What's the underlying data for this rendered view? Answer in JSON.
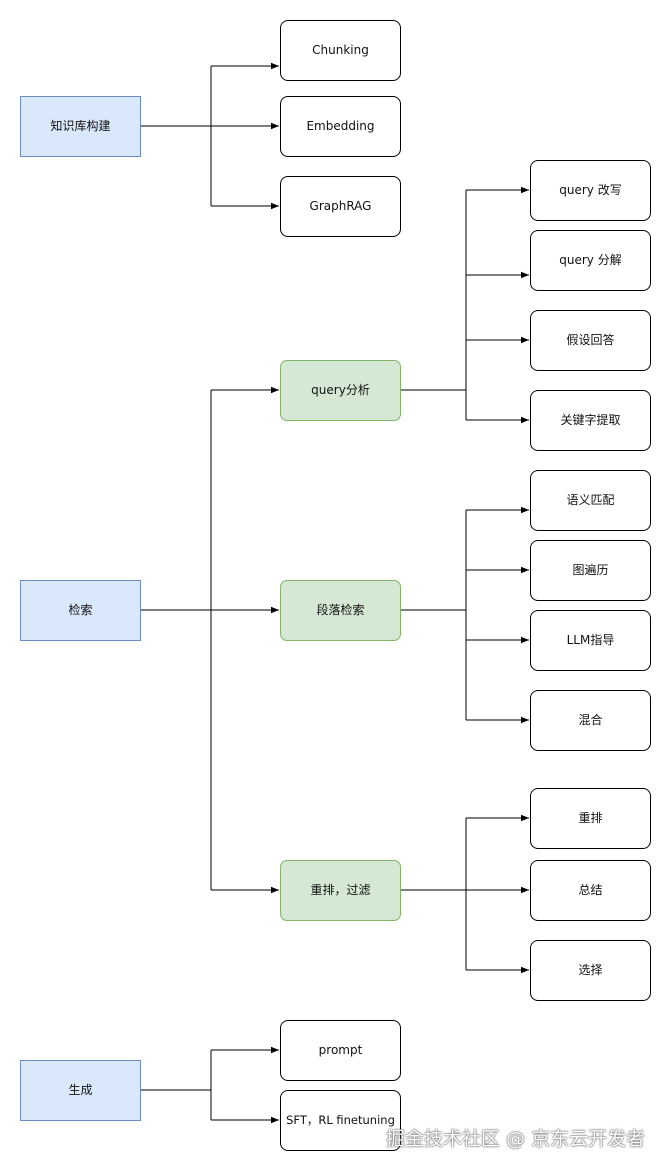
{
  "roots": {
    "kb": "知识库构建",
    "retrieval": "检索",
    "generation": "生成"
  },
  "kb_children": [
    "Chunking",
    "Embedding",
    "GraphRAG"
  ],
  "retrieval_children": {
    "query_analysis": "query分析",
    "passage_retrieval": "段落检索",
    "rerank_filter": "重排，过滤"
  },
  "query_analysis_children": [
    "query 改写",
    "query 分解",
    "假设回答",
    "关键字提取"
  ],
  "passage_retrieval_children": [
    "语义匹配",
    "图遍历",
    "LLM指导",
    "混合"
  ],
  "rerank_filter_children": [
    "重排",
    "总结",
    "选择"
  ],
  "generation_children": [
    "prompt",
    "SFT，RL finetuning"
  ],
  "watermark": "掘金技术社区 @ 京东云开发者",
  "colors": {
    "root_fill": "#dae8fc",
    "root_border": "#6c8ebf",
    "mid_fill": "#d5e8d4",
    "mid_border": "#82b366",
    "line": "#000000"
  }
}
